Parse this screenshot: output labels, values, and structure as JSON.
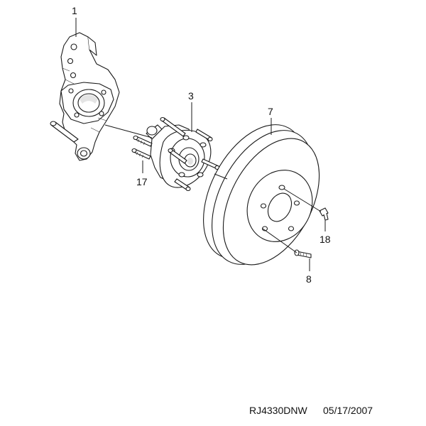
{
  "callouts": {
    "knuckle": "1",
    "hub_bearing": "3",
    "brake_disc": "7",
    "disc_screw": "8",
    "hub_bolt": "17",
    "retaining_screw": "18"
  },
  "footer": {
    "code": "RJ4330DNW",
    "date": "05/17/2007"
  }
}
